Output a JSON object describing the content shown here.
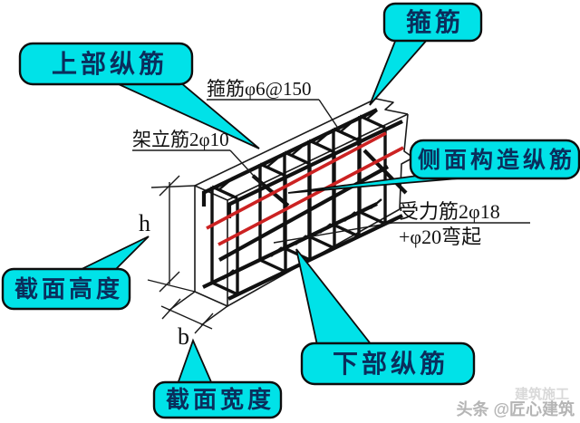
{
  "diagram": {
    "callouts": {
      "upper_longitudinal": "上部纵筋",
      "stirrup": "箍筋",
      "side_constructional": "侧面构造纵筋",
      "section_height": "截面高度",
      "section_width": "截面宽度",
      "lower_longitudinal": "下部纵筋"
    },
    "annotations": {
      "stirrup_spec": "箍筋φ6@150",
      "erection_bar_spec": "架立筋2φ10",
      "main_bar_spec_line1": "受力筋2φ18",
      "main_bar_spec_line2": "+φ20弯起",
      "dim_height": "h",
      "dim_width": "b"
    },
    "watermark": {
      "main": "头条 @匠心建筑",
      "echo": "建筑施工"
    },
    "colors": {
      "callout_fill": "#00e2e8",
      "callout_text": "#0a2e5c",
      "rebar_red": "#cc2222",
      "watermark_gray": "#b5b5b5",
      "watermark_echo": "#d9d9d9"
    }
  }
}
